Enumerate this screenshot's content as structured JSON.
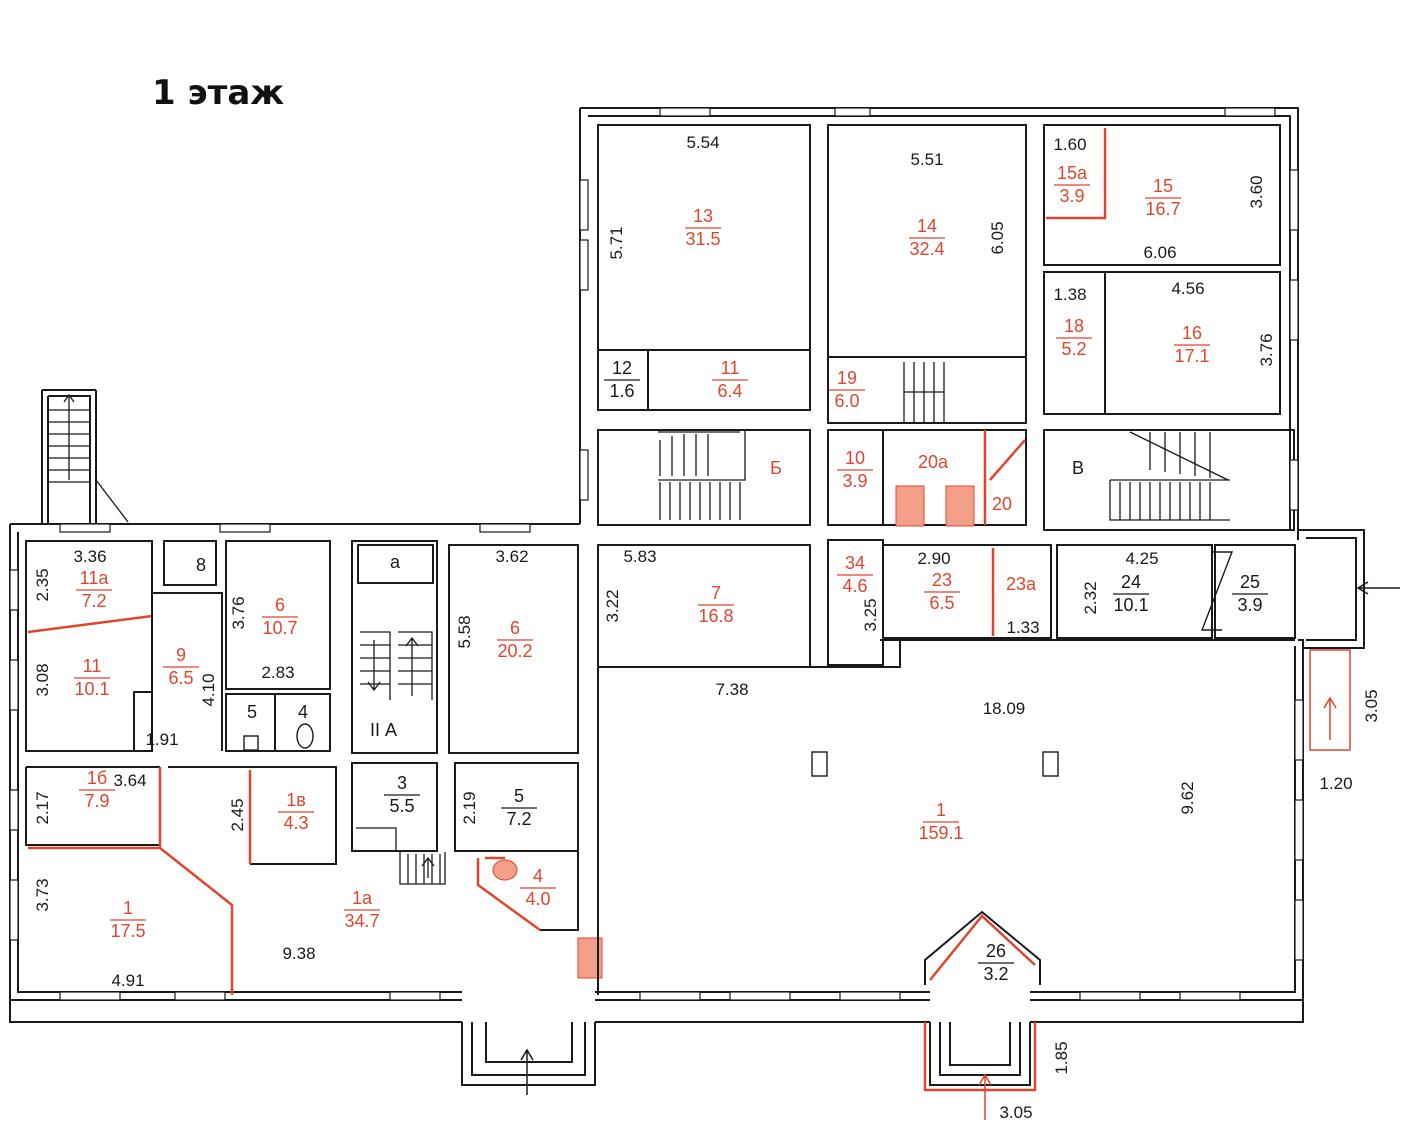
{
  "floor_title": "1 этаж",
  "rooms": [
    {
      "id": "r13",
      "num": "13",
      "area": "31.5",
      "color": "red"
    },
    {
      "id": "r14",
      "num": "14",
      "area": "32.4",
      "color": "red"
    },
    {
      "id": "r15a",
      "num": "15а",
      "area": "3.9",
      "color": "red"
    },
    {
      "id": "r15",
      "num": "15",
      "area": "16.7",
      "color": "red"
    },
    {
      "id": "r18",
      "num": "18",
      "area": "5.2",
      "color": "red"
    },
    {
      "id": "r16",
      "num": "16",
      "area": "17.1",
      "color": "red"
    },
    {
      "id": "r12",
      "num": "12",
      "area": "1.6",
      "color": "black"
    },
    {
      "id": "r11top",
      "num": "11",
      "area": "6.4",
      "color": "red"
    },
    {
      "id": "r19",
      "num": "19",
      "area": "6.0",
      "color": "red"
    },
    {
      "id": "r10",
      "num": "10",
      "area": "3.9",
      "color": "red"
    },
    {
      "id": "r7",
      "num": "7",
      "area": "16.8",
      "color": "red"
    },
    {
      "id": "r34",
      "num": "34",
      "area": "4.6",
      "color": "red"
    },
    {
      "id": "r23",
      "num": "23",
      "area": "6.5",
      "color": "red"
    },
    {
      "id": "r24",
      "num": "24",
      "area": "10.1",
      "color": "black"
    },
    {
      "id": "r25",
      "num": "25",
      "area": "3.9",
      "color": "black"
    },
    {
      "id": "r11a",
      "num": "11а",
      "area": "7.2",
      "color": "red"
    },
    {
      "id": "r11",
      "num": "11",
      "area": "10.1",
      "color": "red"
    },
    {
      "id": "r9",
      "num": "9",
      "area": "6.5",
      "color": "red"
    },
    {
      "id": "r6left",
      "num": "6",
      "area": "10.7",
      "color": "red"
    },
    {
      "id": "r6",
      "num": "6",
      "area": "20.2",
      "color": "red"
    },
    {
      "id": "r1b",
      "num": "1б",
      "area": "7.9",
      "color": "red"
    },
    {
      "id": "r1v",
      "num": "1в",
      "area": "4.3",
      "color": "red"
    },
    {
      "id": "r1left",
      "num": "1",
      "area": "17.5",
      "color": "red"
    },
    {
      "id": "r1a",
      "num": "1а",
      "area": "34.7",
      "color": "red"
    },
    {
      "id": "r3",
      "num": "3",
      "area": "5.5",
      "color": "black"
    },
    {
      "id": "r5",
      "num": "5",
      "area": "7.2",
      "color": "black"
    },
    {
      "id": "r4",
      "num": "4",
      "area": "4.0",
      "color": "red"
    },
    {
      "id": "r1main",
      "num": "1",
      "area": "159.1",
      "color": "red"
    },
    {
      "id": "r26",
      "num": "26",
      "area": "3.2",
      "color": "black"
    }
  ],
  "single_labels": {
    "r8": "8",
    "r5small": "5",
    "r4small": "4",
    "r20a": "20а",
    "r20": "20",
    "r23a": "23а",
    "stair_b": "Б",
    "stair_v": "В",
    "stair_a": "II А",
    "room_a": "а"
  },
  "dimensions": [
    "5.54",
    "5.71",
    "5.51",
    "6.05",
    "1.60",
    "3.60",
    "6.06",
    "1.38",
    "4.56",
    "3.76",
    "3.36",
    "2.35",
    "3.76",
    "2.83",
    "4.10",
    "3.08",
    "1.91",
    "3.62",
    "5.58",
    "5.83",
    "3.22",
    "7.38",
    "2.90",
    "3.25",
    "1.33",
    "4.25",
    "2.32",
    "18.09",
    "3.05",
    "1.20",
    "9.62",
    "3.64",
    "2.17",
    "2.45",
    "2.19",
    "3.73",
    "4.91",
    "9.38",
    "1.85",
    "3.05"
  ]
}
